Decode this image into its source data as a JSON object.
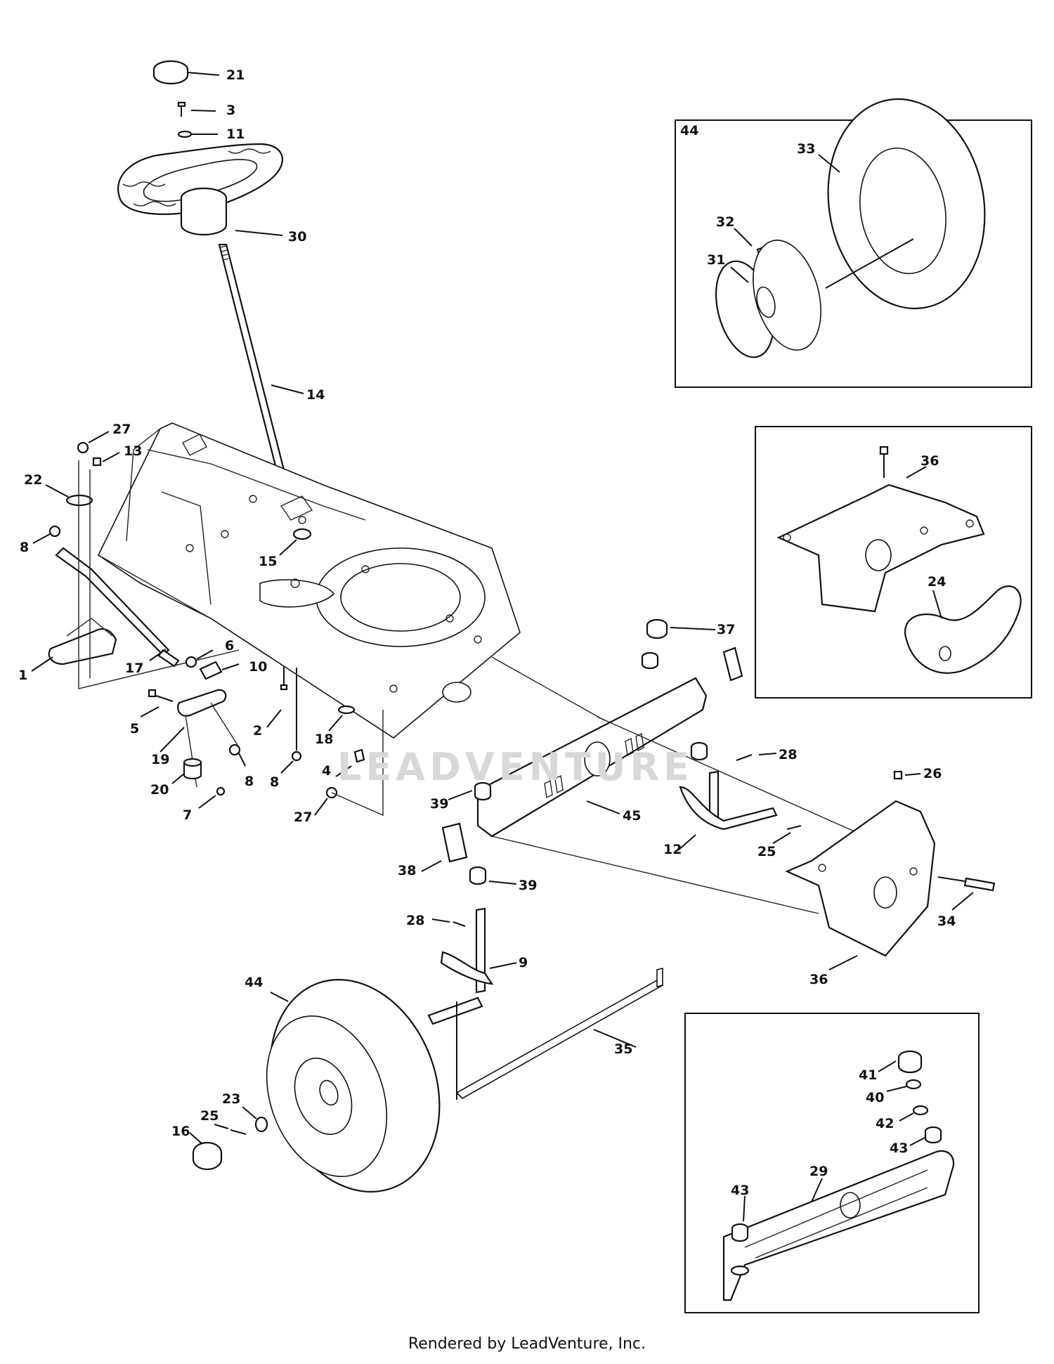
{
  "watermark": "LEADVENTURE",
  "footer": "Rendered by LeadVenture, Inc.",
  "callouts": {
    "c21": "21",
    "c3": "3",
    "c11": "11",
    "c30": "30",
    "c14": "14",
    "c27a": "27",
    "c13": "13",
    "c22": "22",
    "c8a": "8",
    "c15": "15",
    "c1": "1",
    "c17": "17",
    "c6": "6",
    "c10": "10",
    "c5": "5",
    "c19": "19",
    "c20": "20",
    "c8b": "8",
    "c7": "7",
    "c2": "2",
    "c18": "18",
    "c8c": "8",
    "c4": "4",
    "c27b": "27",
    "c44a": "44",
    "c33": "33",
    "c32": "32",
    "c31": "31",
    "c36a": "36",
    "c24": "24",
    "c37": "37",
    "c28a": "28",
    "c39a": "39",
    "c45": "45",
    "c12": "12",
    "c26": "26",
    "c25a": "25",
    "c38": "38",
    "c39b": "39",
    "c28b": "28",
    "c9": "9",
    "c34": "34",
    "c36b": "36",
    "c44b": "44",
    "c35": "35",
    "c23": "23",
    "c25b": "25",
    "c16": "16",
    "c41": "41",
    "c40": "40",
    "c42": "42",
    "c43a": "43",
    "c29": "29",
    "c43b": "43"
  }
}
